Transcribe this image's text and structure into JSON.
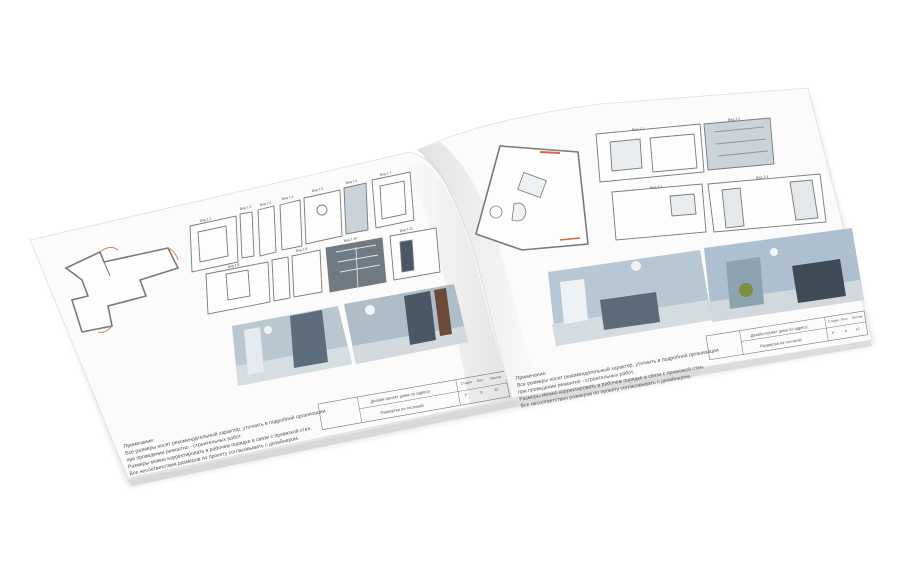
{
  "image": {
    "subject": "open-album-mockup",
    "colors": {
      "background": "#ffffff",
      "paper": "#fbfbfb",
      "line": "#6b6b6b",
      "wall": "#9aa4ab",
      "accent": "#d9683a",
      "render_blue": "#8fa6b8",
      "render_dark": "#4a5866"
    }
  },
  "left_page": {
    "view_labels": [
      "Вид 1.1",
      "Вид 1.2",
      "Вид 1.3",
      "Вид 1.4",
      "Вид 1.5",
      "Вид 1.6",
      "Вид 1.7",
      "Вид 1.8",
      "Вид 1.9",
      "Вид 1.10",
      "Вид 1.11"
    ],
    "notes": [
      "Примечание:",
      "Все размеры носят рекомендательный характер, уточнить в подробной организации",
      "при проведении ремонтно - строительных работ.",
      "Размеры можно корректировать в рабочем порядке в связи с привязкой стен.",
      "Все несоответствия размеров по проекту согласовывать с дизайнером."
    ],
    "stamp": {
      "title": "Дизайн-проект дома по адресу:",
      "subtitle": "Развертки по гостиной",
      "cells": [
        "Стадия",
        "Лист",
        "Листов",
        "Р",
        "8",
        "12"
      ]
    }
  },
  "right_page": {
    "view_labels": [
      "Вид 2.1",
      "Вид 2.2",
      "Вид 2.3",
      "Вид 2.4"
    ],
    "notes": [
      "Примечание:",
      "Все размеры носят рекомендательный характер, уточнить в подробной организации",
      "при проведении ремонтно - строительных работ.",
      "Размеры можно корректировать в рабочем порядке в связи с привязкой стен.",
      "Все несоответствия размеров по проекту согласовывать с дизайнером."
    ],
    "stamp": {
      "title": "Дизайн-проект дома по адресу:",
      "subtitle": "Развертки по гостиной",
      "cells": [
        "Стадия",
        "Лист",
        "Листов",
        "Р",
        "9",
        "12"
      ]
    }
  }
}
